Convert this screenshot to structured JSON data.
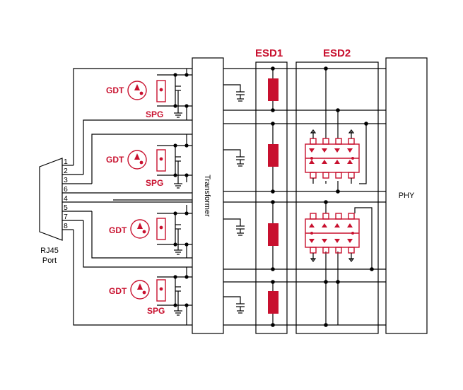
{
  "labels": {
    "esd1": "ESD1",
    "esd2": "ESD2",
    "transformer": "Transformer",
    "phy": "PHY",
    "port_line1": "RJ45",
    "port_line2": "Port",
    "gdt": "GDT",
    "spg": "SPG"
  },
  "pins": [
    "1",
    "2",
    "3",
    "6",
    "4",
    "5",
    "7",
    "8"
  ],
  "colors": {
    "accent": "#c8102e",
    "wire": "#000000"
  }
}
